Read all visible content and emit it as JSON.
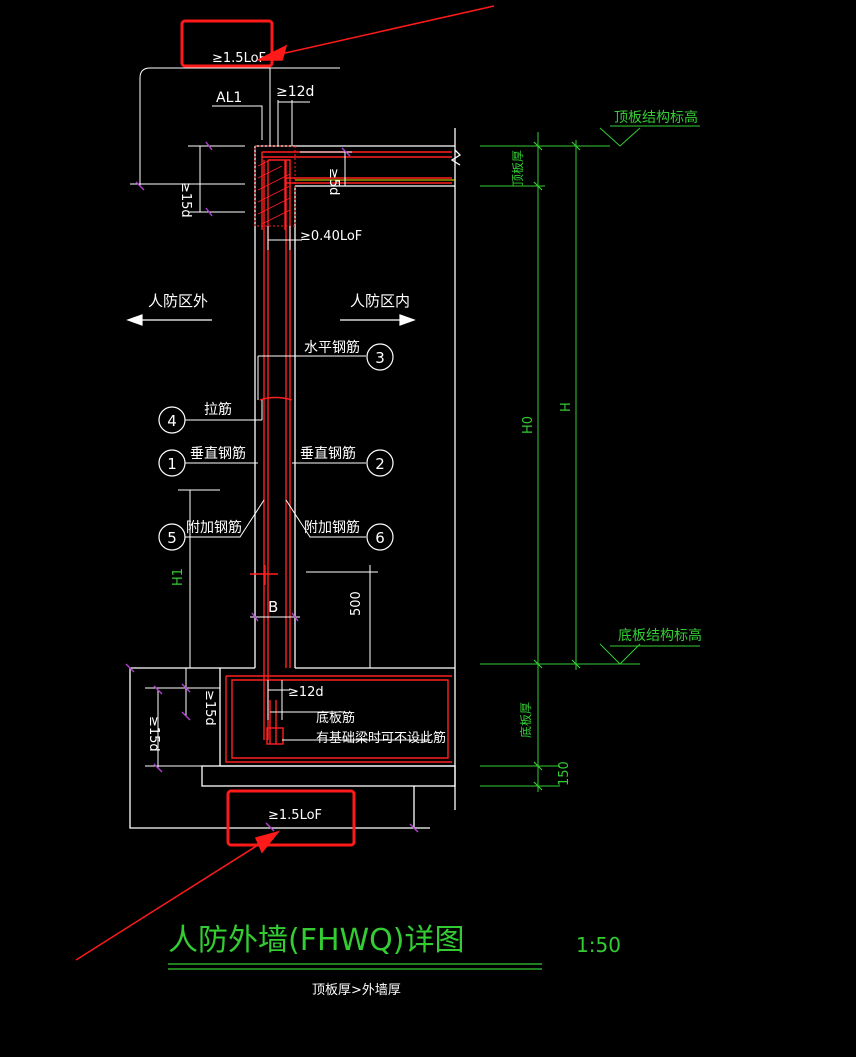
{
  "colors": {
    "background": "#000000",
    "concrete_outline": "#ffffff",
    "rebar": "#ff2020",
    "dimension": "#33cc33",
    "extension": "#b040d0",
    "annotation_box": "#ff1a1a",
    "yellow_line": "#e6e600"
  },
  "labels": {
    "top_anchor": "≥1.5LoF",
    "al1": "AL1",
    "top_12d": "≥12d",
    "left_15d_top": "≥15d",
    "right_15d_top": "≥5d",
    "lof_040": "≥0.40LoF",
    "outside": "人防区外",
    "inside": "人防区内",
    "horizontal_rebar": "水平钢筋",
    "tie_rebar": "拉筋",
    "vertical_rebar_left": "垂直钢筋",
    "vertical_rebar_right": "垂直钢筋",
    "additional_rebar_left": "附加钢筋",
    "additional_rebar_right": "附加钢筋",
    "b_label": "B",
    "h1_label": "H1",
    "dim_500": "500",
    "bottom_15d_1": "≥15d",
    "bottom_15d_2": "≥15d",
    "bottom_12d": "≥12d",
    "bottom_slab_rebar": "底板筋",
    "foundation_note": "有基础梁时可不设此筋",
    "bottom_anchor": "≥1.5LoF",
    "top_slab_elev": "顶板结构标高",
    "top_slab_thk": "顶板厚",
    "h0": "H0",
    "h": "H",
    "bottom_slab_elev": "底板结构标高",
    "bottom_slab_thk": "底板厚",
    "dim_150": "150",
    "title": "人防外墙(FHWQ)详图",
    "scale": "1:50",
    "subtitle": "顶板厚>外墙厚"
  },
  "markers": {
    "m1": "1",
    "m2": "2",
    "m3": "3",
    "m4": "4",
    "m5": "5",
    "m6": "6"
  }
}
